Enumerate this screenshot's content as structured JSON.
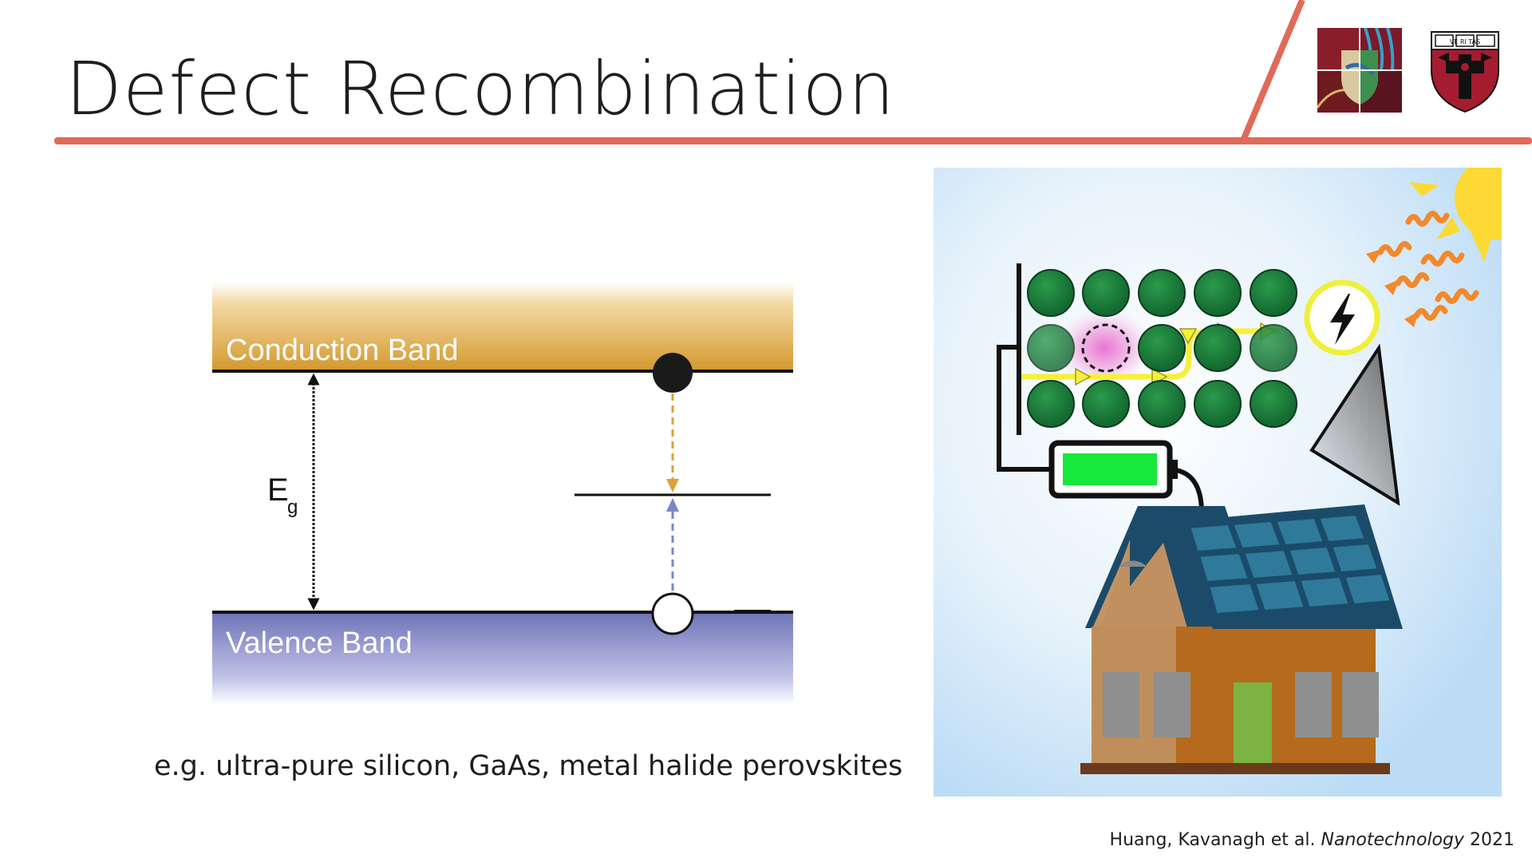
{
  "slide": {
    "title": "Defect Recombination",
    "caption": "e.g. ultra-pure silicon, GaAs, metal halide perovskites"
  },
  "band_diagram": {
    "conduction_label": "Conduction Band",
    "valence_label": "Valence Band",
    "gap_symbol": "E",
    "gap_subscript": "g"
  },
  "citation": {
    "authors": "Huang, Kavanagh et al. ",
    "journal": "Nanotechnology",
    "year": " 2021"
  },
  "logos": {
    "shield_text": "VE RI TAS"
  },
  "colors": {
    "accent": "#e06a57",
    "conduction": "#d9a23c",
    "valence": "#7b80c0",
    "electron_path": "#d9a23c",
    "hole_path": "#7c86c4",
    "lattice": "#1d7a3a",
    "battery_fill": "#17e83b",
    "sky": "#c7e3f8"
  }
}
